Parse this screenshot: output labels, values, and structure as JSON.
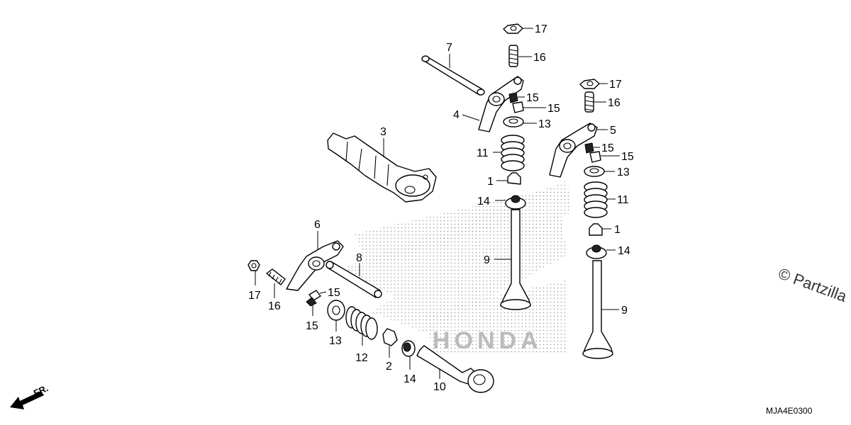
{
  "watermark": "© Partzilla",
  "diagram_code": "MJA4E0300",
  "front_marker": "FR.",
  "logo": "HONDA",
  "callouts": {
    "c17a": "17",
    "c16a": "16",
    "c7": "7",
    "c15a": "15",
    "c15b": "15",
    "c4": "4",
    "c13a": "13",
    "c11a": "11",
    "c1a": "1",
    "c14a": "14",
    "c9a": "9",
    "c3": "3",
    "c17b": "17",
    "c16b": "16",
    "c5": "5",
    "c15c": "15",
    "c15d": "15",
    "c13b": "13",
    "c11b": "11",
    "c1b": "1",
    "c14b": "14",
    "c9b": "9",
    "c6": "6",
    "c8": "8",
    "c17c": "17",
    "c16c": "16",
    "c15e": "15",
    "c15f": "15",
    "c13c": "13",
    "c12": "12",
    "c2": "2",
    "c14c": "14",
    "c10": "10"
  }
}
